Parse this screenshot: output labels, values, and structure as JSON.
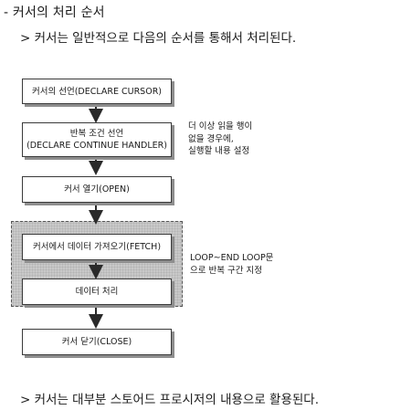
{
  "heading": "- 커서의 처리 순서",
  "note_top": "> 커서는 일반적으로 다음의 순서를 통해서 처리된다.",
  "note_bottom": "> 커서는 대부분 스토어드 프로시저의 내용으로 활용된다.",
  "flow": {
    "steps": [
      {
        "lines": [
          "커서의 선언(DECLARE CURSOR)"
        ]
      },
      {
        "lines": [
          "반복 조건 선언",
          "(DECLARE CONTINUE HANDLER)"
        ]
      },
      {
        "lines": [
          "커서 열기(OPEN)"
        ]
      },
      {
        "lines": [
          "커서에서 데이터 가져오기(FETCH)"
        ]
      },
      {
        "lines": [
          "데이터 처리"
        ]
      },
      {
        "lines": [
          "커서 닫기(CLOSE)"
        ]
      }
    ],
    "annotations": {
      "handler_note": [
        "더 이상 읽을 행이",
        "없을 경우에,",
        "실행할 내용 설정"
      ],
      "loop_note": [
        "LOOP~END LOOP문",
        "으로 반복 구간 지정"
      ]
    }
  },
  "colors": {
    "box_border": "#3a3a3a",
    "box_shadow": "#8e8e8e",
    "loop_fill": "#c9c9c9",
    "arrow": "#2a2a2a"
  }
}
